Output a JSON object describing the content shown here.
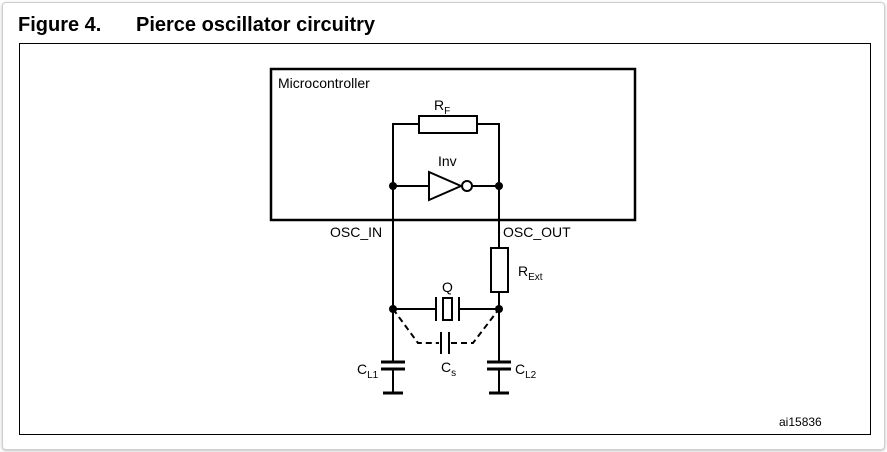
{
  "figure": {
    "number": "Figure 4.",
    "title": "Pierce oscillator circuitry",
    "ref_code": "ai15836"
  },
  "diagram": {
    "block_label": "Microcontroller",
    "feedback_resistor": {
      "main": "R",
      "sub": "F"
    },
    "inverter": "Inv",
    "pin_in": "OSC_IN",
    "pin_out": "OSC_OUT",
    "ext_resistor": {
      "main": "R",
      "sub": "Ext"
    },
    "crystal": "Q",
    "cap_load1": {
      "main": "C",
      "sub": "L1"
    },
    "cap_load2": {
      "main": "C",
      "sub": "L2"
    },
    "cap_stray": {
      "main": "C",
      "sub": "s"
    }
  }
}
